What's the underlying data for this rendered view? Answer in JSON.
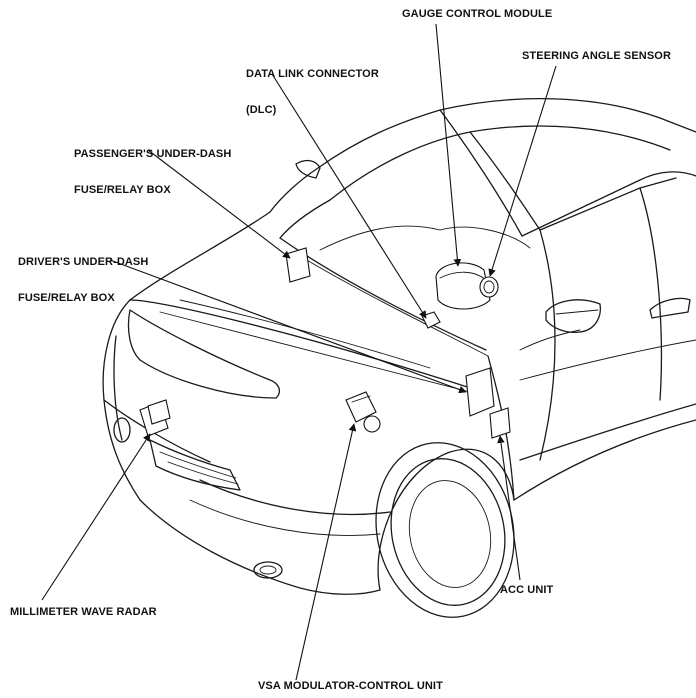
{
  "labels": {
    "gauge_control_module": "GAUGE CONTROL MODULE",
    "data_link_connector_1": "DATA LINK CONNECTOR",
    "data_link_connector_2": "(DLC)",
    "steering_angle_sensor": "STEERING ANGLE SENSOR",
    "passenger_fuse_1": "PASSENGER'S UNDER-DASH",
    "passenger_fuse_2": "FUSE/RELAY BOX",
    "driver_fuse_1": "DRIVER'S UNDER-DASH",
    "driver_fuse_2": "FUSE/RELAY BOX",
    "millimeter_wave_radar": "MILLIMETER WAVE RADAR",
    "acc_unit": "ACC UNIT",
    "vsa_modulator": "VSA MODULATOR-CONTROL UNIT"
  }
}
